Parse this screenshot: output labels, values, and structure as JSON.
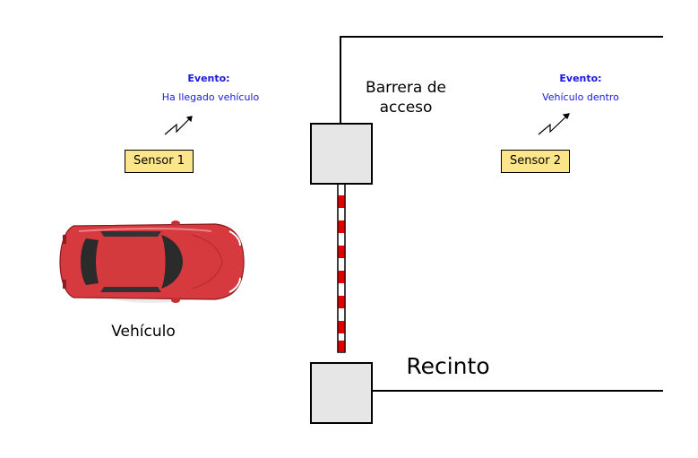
{
  "events": [
    {
      "title": "Evento:",
      "text": "Ha llegado vehículo"
    },
    {
      "title": "Evento:",
      "text": "Vehículo dentro"
    }
  ],
  "sensors": [
    {
      "label": "Sensor 1"
    },
    {
      "label": "Sensor 2"
    }
  ],
  "barrier": {
    "label_line1": "Barrera de",
    "label_line2": "acceso"
  },
  "vehicle": {
    "label": "Vehículo"
  },
  "enclosure": {
    "label": "Recinto"
  },
  "colors": {
    "event_text": "#1a1adc",
    "sensor_fill": "#fde68a",
    "post_fill": "#e6e6e6",
    "barrier_red": "#e00000",
    "car_body": "#d63a3f"
  }
}
